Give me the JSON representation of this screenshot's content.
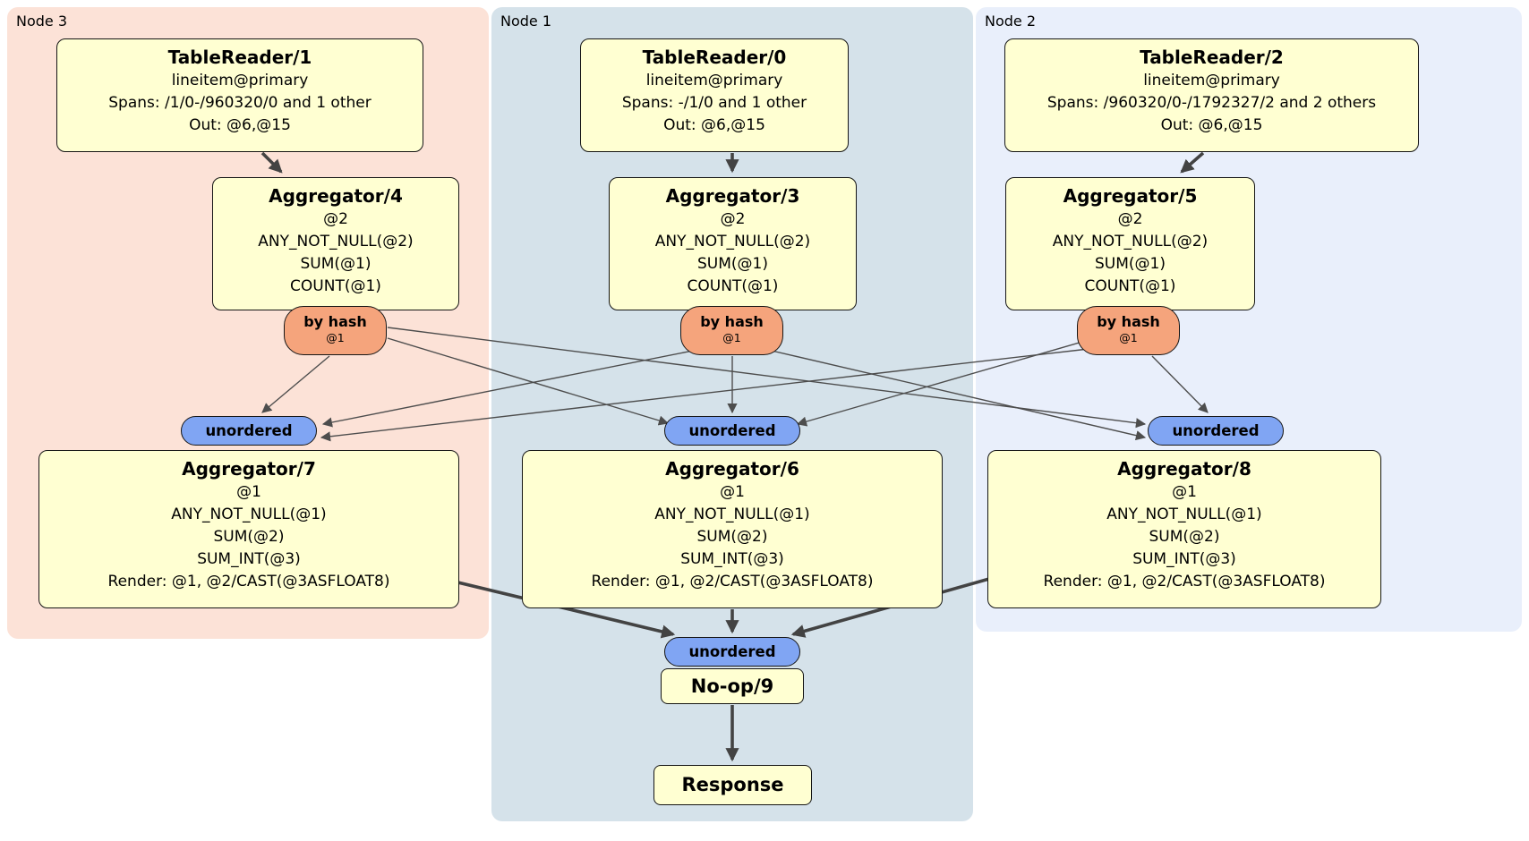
{
  "panels": {
    "node3": {
      "label": "Node 3",
      "color": "#fce2d7"
    },
    "node1": {
      "label": "Node 1",
      "color": "#d5e2ea"
    },
    "node2": {
      "label": "Node 2",
      "color": "#e9effb"
    }
  },
  "processors": {
    "tr1": {
      "title": "TableReader/1",
      "lines": [
        "lineitem@primary",
        "Spans: /1/0-/960320/0 and 1 other",
        "Out: @6,@15"
      ]
    },
    "tr0": {
      "title": "TableReader/0",
      "lines": [
        "lineitem@primary",
        "Spans: -/1/0 and 1 other",
        "Out: @6,@15"
      ]
    },
    "tr2": {
      "title": "TableReader/2",
      "lines": [
        "lineitem@primary",
        "Spans: /960320/0-/1792327/2 and 2 others",
        "Out: @6,@15"
      ]
    },
    "agg4": {
      "title": "Aggregator/4",
      "lines": [
        "@2",
        "ANY_NOT_NULL(@2)",
        "SUM(@1)",
        "COUNT(@1)"
      ]
    },
    "agg3": {
      "title": "Aggregator/3",
      "lines": [
        "@2",
        "ANY_NOT_NULL(@2)",
        "SUM(@1)",
        "COUNT(@1)"
      ]
    },
    "agg5": {
      "title": "Aggregator/5",
      "lines": [
        "@2",
        "ANY_NOT_NULL(@2)",
        "SUM(@1)",
        "COUNT(@1)"
      ]
    },
    "agg7": {
      "title": "Aggregator/7",
      "lines": [
        "@1",
        "ANY_NOT_NULL(@1)",
        "SUM(@2)",
        "SUM_INT(@3)",
        "Render: @1, @2/CAST(@3ASFLOAT8)"
      ]
    },
    "agg6": {
      "title": "Aggregator/6",
      "lines": [
        "@1",
        "ANY_NOT_NULL(@1)",
        "SUM(@2)",
        "SUM_INT(@3)",
        "Render: @1, @2/CAST(@3ASFLOAT8)"
      ]
    },
    "agg8": {
      "title": "Aggregator/8",
      "lines": [
        "@1",
        "ANY_NOT_NULL(@1)",
        "SUM(@2)",
        "SUM_INT(@3)",
        "Render: @1, @2/CAST(@3ASFLOAT8)"
      ]
    },
    "noop": {
      "title": "No-op/9"
    },
    "response": {
      "title": "Response"
    }
  },
  "routers": {
    "by_hash": {
      "label": "by hash",
      "detail": "@1",
      "color": "#f5a47c"
    },
    "unordered": {
      "label": "unordered",
      "color": "#80a5f3"
    }
  },
  "box_color": "#ffffd2"
}
